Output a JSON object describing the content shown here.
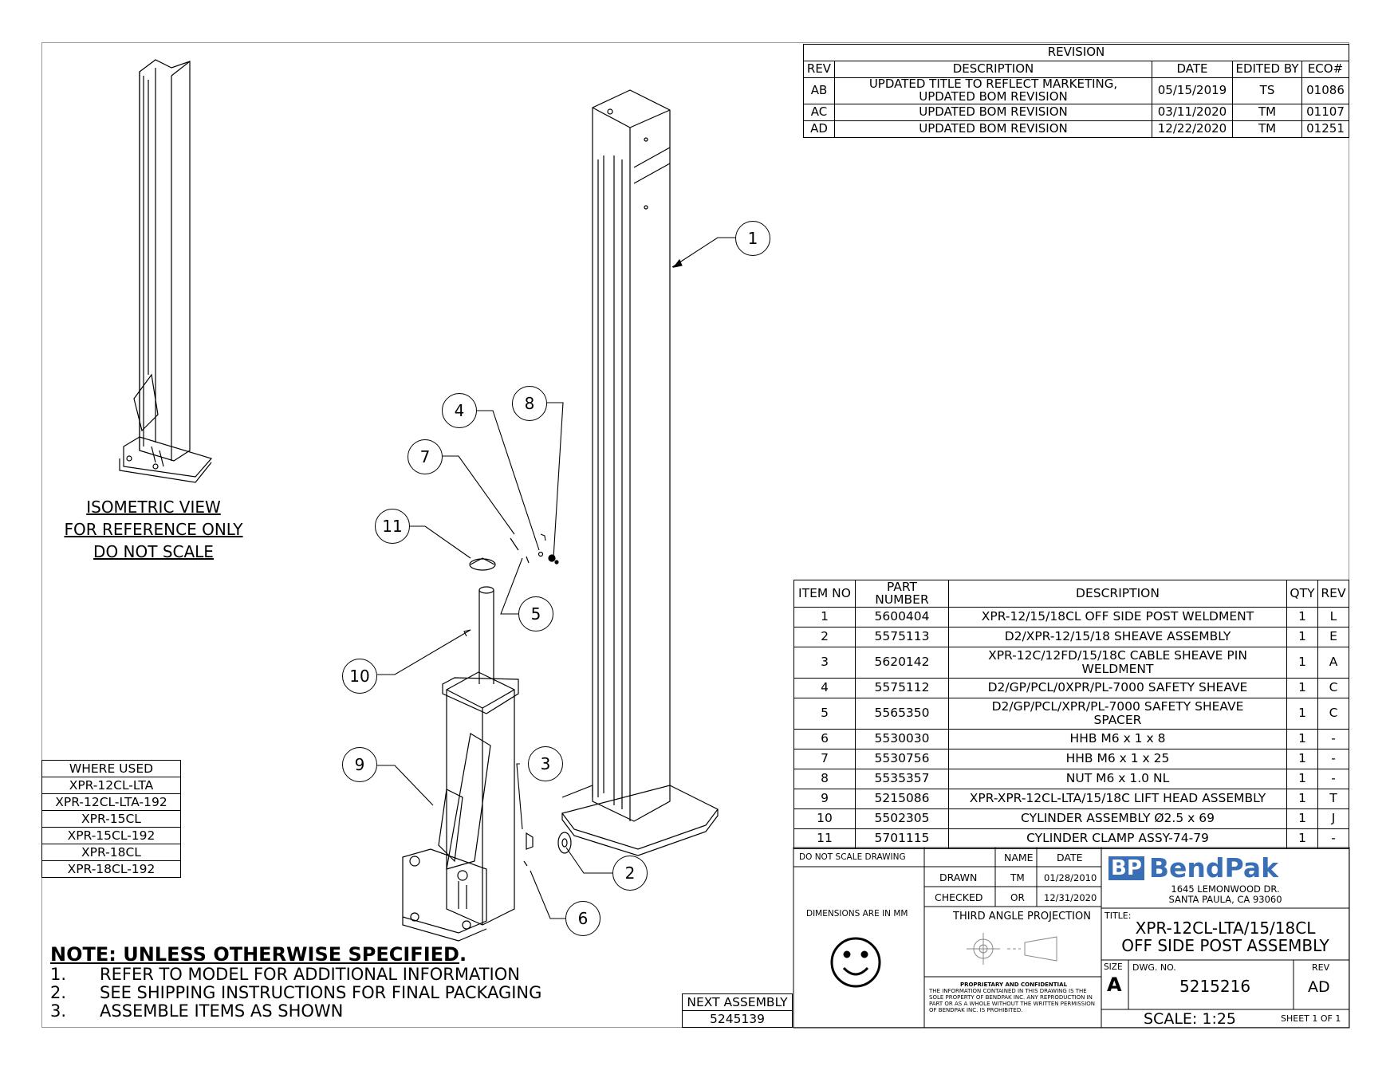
{
  "revision": {
    "title": "REVISION",
    "headers": [
      "REV",
      "DESCRIPTION",
      "DATE",
      "EDITED BY",
      "ECO#"
    ],
    "rows": [
      {
        "rev": "AB",
        "desc1": "UPDATED TITLE TO REFLECT MARKETING,",
        "desc2": "UPDATED BOM REVISION",
        "date": "05/15/2019",
        "edited": "TS",
        "eco": "01086"
      },
      {
        "rev": "AC",
        "desc1": "UPDATED BOM REVISION",
        "desc2": "",
        "date": "03/11/2020",
        "edited": "TM",
        "eco": "01107"
      },
      {
        "rev": "AD",
        "desc1": "UPDATED BOM REVISION",
        "desc2": "",
        "date": "12/22/2020",
        "edited": "TM",
        "eco": "01251"
      }
    ]
  },
  "bom": {
    "headers": [
      "ITEM NO",
      "PART NUMBER",
      "DESCRIPTION",
      "QTY",
      "REV"
    ],
    "rows": [
      {
        "item": "1",
        "part": "5600404",
        "desc1": "XPR-12/15/18CL OFF SIDE POST WELDMENT",
        "desc2": "",
        "qty": "1",
        "rev": "L"
      },
      {
        "item": "2",
        "part": "5575113",
        "desc1": "D2/XPR-12/15/18 SHEAVE ASSEMBLY",
        "desc2": "",
        "qty": "1",
        "rev": "E"
      },
      {
        "item": "3",
        "part": "5620142",
        "desc1": "XPR-12C/12FD/15/18C CABLE SHEAVE PIN",
        "desc2": "WELDMENT",
        "qty": "1",
        "rev": "A"
      },
      {
        "item": "4",
        "part": "5575112",
        "desc1": "D2/GP/PCL/0XPR/PL-7000 SAFETY SHEAVE",
        "desc2": "",
        "qty": "1",
        "rev": "C"
      },
      {
        "item": "5",
        "part": "5565350",
        "desc1": "D2/GP/PCL/XPR/PL-7000 SAFETY SHEAVE",
        "desc2": "SPACER",
        "qty": "1",
        "rev": "C"
      },
      {
        "item": "6",
        "part": "5530030",
        "desc1": "HHB M6 x 1 x 8",
        "desc2": "",
        "qty": "1",
        "rev": "-"
      },
      {
        "item": "7",
        "part": "5530756",
        "desc1": "HHB M6 x 1 x 25",
        "desc2": "",
        "qty": "1",
        "rev": "-"
      },
      {
        "item": "8",
        "part": "5535357",
        "desc1": "NUT M6 x 1.0 NL",
        "desc2": "",
        "qty": "1",
        "rev": "-"
      },
      {
        "item": "9",
        "part": "5215086",
        "desc1": "XPR-XPR-12CL-LTA/15/18C LIFT HEAD ASSEMBLY",
        "desc2": "",
        "qty": "1",
        "rev": "T"
      },
      {
        "item": "10",
        "part": "5502305",
        "desc1": "CYLINDER ASSEMBLY Ø2.5 x 69",
        "desc2": "",
        "qty": "1",
        "rev": "J"
      },
      {
        "item": "11",
        "part": "5701115",
        "desc1": "CYLINDER CLAMP ASSY-74-79",
        "desc2": "",
        "qty": "1",
        "rev": "-"
      }
    ]
  },
  "where_used": {
    "header": "WHERE USED",
    "items": [
      "XPR-12CL-LTA",
      "XPR-12CL-LTA-192",
      "XPR-15CL",
      "XPR-15CL-192",
      "XPR-18CL",
      "XPR-18CL-192"
    ]
  },
  "iso_note": [
    "ISOMETRIC VIEW",
    "FOR REFERENCE ONLY",
    "DO NOT SCALE"
  ],
  "notes": {
    "heading": "NOTE: UNLESS OTHERWISE SPECIFIED",
    "items": [
      {
        "num": "1.",
        "text": "REFER TO MODEL FOR ADDITIONAL INFORMATION"
      },
      {
        "num": "2.",
        "text": "SEE SHIPPING INSTRUCTIONS FOR FINAL PACKAGING"
      },
      {
        "num": "3.",
        "text": "ASSEMBLE ITEMS AS SHOWN"
      }
    ]
  },
  "next_assembly": {
    "label": "NEXT ASSEMBLY",
    "value": "5245139"
  },
  "callouts": [
    "1",
    "2",
    "3",
    "4",
    "5",
    "6",
    "7",
    "8",
    "9",
    "10",
    "11"
  ],
  "title_block": {
    "do_not_scale": "DO NOT SCALE DRAWING",
    "name_label": "NAME",
    "date_label": "DATE",
    "drawn_label": "DRAWN",
    "drawn_name": "TM",
    "drawn_date": "01/28/2010",
    "checked_label": "CHECKED",
    "checked_name": "OR",
    "checked_date": "12/31/2020",
    "dimensions": "DIMENSIONS ARE IN MM",
    "projection": "THIRD ANGLE PROJECTION",
    "proprietary_head": "PROPRIETARY AND CONFIDENTIAL",
    "proprietary_text": "THE INFORMATION CONTAINED IN THIS DRAWING IS THE SOLE PROPERTY OF BENDPAK INC. ANY REPRODUCTION IN PART OR AS A WHOLE WITHOUT THE WRITTEN PERMISSION OF BENDPAK INC. IS PROHIBITED.",
    "company_mark": "BP",
    "company_name": "BendPak",
    "address1": "1645 LEMONWOOD DR.",
    "address2": "SANTA PAULA, CA 93060",
    "title_label": "TITLE:",
    "title1": "XPR-12CL-LTA/15/18CL",
    "title2": "OFF SIDE POST ASSEMBLY",
    "size_label": "SIZE",
    "size": "A",
    "dwg_label": "DWG.  NO.",
    "dwg_no": "5215216",
    "rev_label": "REV",
    "rev": "AD",
    "scale": "SCALE: 1:25",
    "sheet": "SHEET 1 OF 1",
    "brand_color": "#3a6fb5"
  }
}
